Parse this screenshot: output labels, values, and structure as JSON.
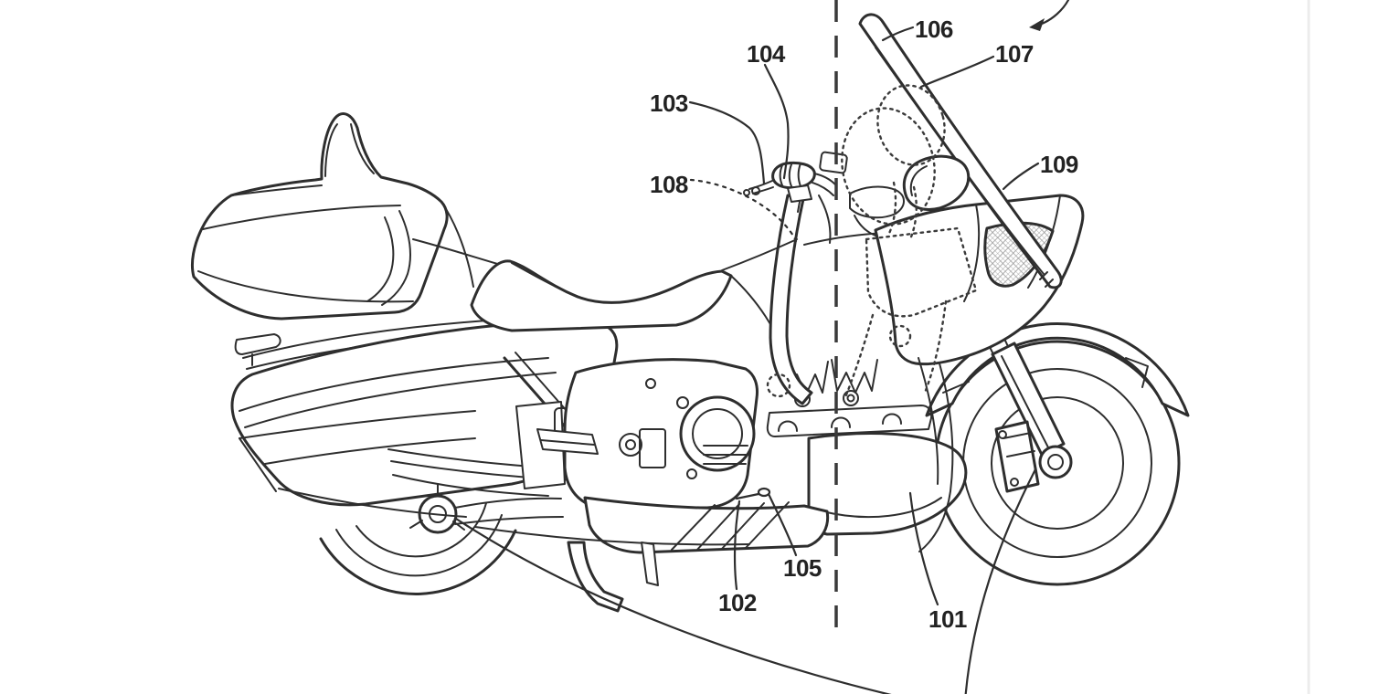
{
  "figure": {
    "drawing_semantic": "touring-motorcycle-right-side-patent-line-drawing",
    "reference_labels": [
      {
        "ref": "101"
      },
      {
        "ref": "102"
      },
      {
        "ref": "103"
      },
      {
        "ref": "104"
      },
      {
        "ref": "105"
      },
      {
        "ref": "106"
      },
      {
        "ref": "107"
      },
      {
        "ref": "108"
      },
      {
        "ref": "109"
      }
    ]
  },
  "colors": {
    "line": "#2e2e2e",
    "background": "#ffffff",
    "hatch_line": "#999999",
    "scan_edge": "#ececec"
  }
}
